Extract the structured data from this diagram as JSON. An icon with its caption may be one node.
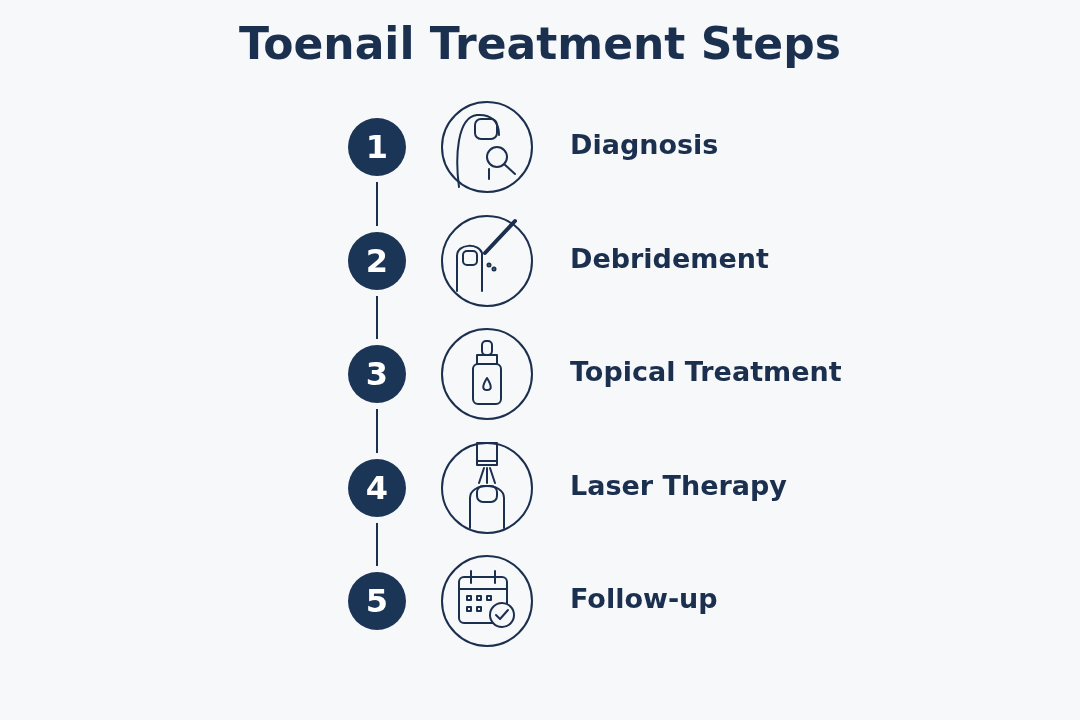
{
  "diagram": {
    "title": "Toenail Treatment Steps",
    "nodes": [
      {
        "text": [
          "1"
        ]
      },
      {
        "text": [
          "2"
        ]
      },
      {
        "text": [
          "3"
        ]
      },
      {
        "text": [
          "4"
        ]
      },
      {
        "text": [
          "5"
        ]
      }
    ],
    "edges": [
      {
        "from": 0,
        "to": 1,
        "arrow": "none"
      },
      {
        "from": 1,
        "to": 2,
        "arrow": "none"
      },
      {
        "from": 2,
        "to": 3,
        "arrow": "none"
      },
      {
        "from": 3,
        "to": 4,
        "arrow": "none"
      }
    ],
    "labels": [
      "Diagnosis",
      "Debridement",
      "Topical Treatment",
      "Laser Therapy",
      "Follow-up"
    ]
  }
}
